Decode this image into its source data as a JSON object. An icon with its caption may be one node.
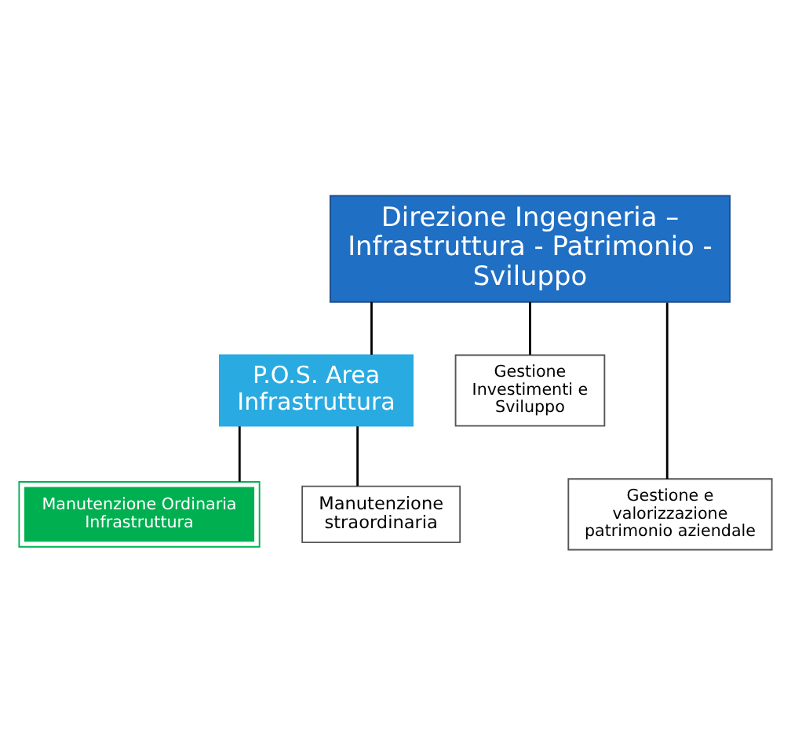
{
  "diagram": {
    "nodes": [
      {
        "text": [
          "Direzione Ingegneria – Infrastruttura - Patrimonio - Sviluppo"
        ]
      },
      {
        "text": [
          "P.O.S. Area Infrastruttura"
        ]
      },
      {
        "text": [
          "Manutenzione Ordinaria Infrastruttura"
        ]
      },
      {
        "text": [
          "Gestione Investimenti e Sviluppo"
        ]
      },
      {
        "text": [
          "Gestione e valorizzazione patrimonio aziendale"
        ]
      },
      {
        "text": [
          "Manutenzione straordinaria"
        ]
      }
    ],
    "edges": [
      {
        "from": 0,
        "to": 1,
        "arrow": "none"
      },
      {
        "from": 0,
        "to": 3,
        "arrow": "none"
      },
      {
        "from": 0,
        "to": 4,
        "arrow": "none"
      },
      {
        "from": 1,
        "to": 2,
        "arrow": "none"
      },
      {
        "from": 1,
        "to": 5,
        "arrow": "none"
      }
    ]
  }
}
